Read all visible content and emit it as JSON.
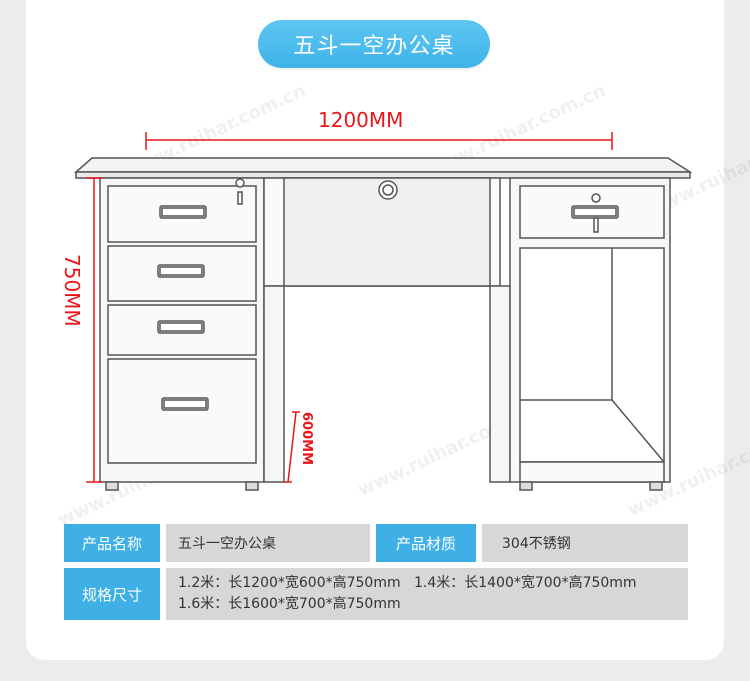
{
  "title": "五斗一空办公桌",
  "dimensions": {
    "width": "1200MM",
    "height": "750MM",
    "depth": "600MM"
  },
  "watermark": "www.ruihar.com.cn",
  "specs": {
    "name_label": "产品名称",
    "name_value": "五斗一空办公桌",
    "material_label": "产品材质",
    "material_value": "304不锈钢",
    "size_label": "规格尺寸",
    "size_line1": "1.2米：长1200*宽600*高750mm   1.4米：长1400*宽700*高750mm",
    "size_line2": "1.6米：长1600*宽700*高750mm"
  },
  "colors": {
    "accent": "#3fb0e6",
    "dimension": "#e8161b",
    "cell_bg": "#d7d7d7"
  }
}
